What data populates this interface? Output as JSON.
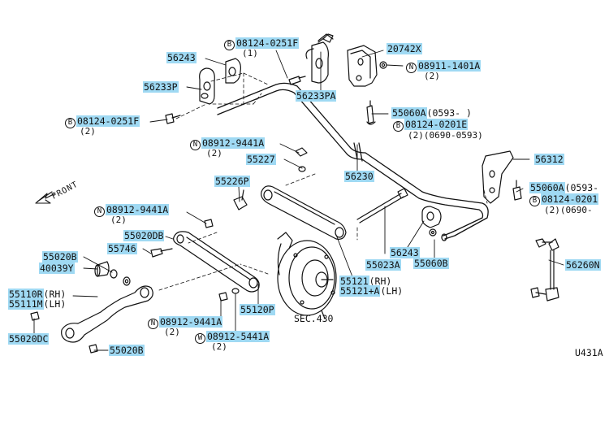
{
  "diagram": {
    "front_label": "FRONT",
    "figure_code": "U431A",
    "sec_label": "SEC.430",
    "parts": [
      {
        "id": "p1",
        "pre": "",
        "num": "56243",
        "suffix": "",
        "qty": ""
      },
      {
        "id": "p2",
        "pre": "B",
        "num": "08124-0251F",
        "suffix": "",
        "qty": "(1)"
      },
      {
        "id": "p3",
        "pre": "",
        "num": "20742X",
        "suffix": "",
        "qty": ""
      },
      {
        "id": "p4",
        "pre": "N",
        "num": "08911-1401A",
        "suffix": "",
        "qty": "(2)"
      },
      {
        "id": "p5",
        "pre": "",
        "num": "56233P",
        "suffix": "",
        "qty": ""
      },
      {
        "id": "p6",
        "pre": "",
        "num": "56233PA",
        "suffix": "",
        "qty": ""
      },
      {
        "id": "p7",
        "pre": "",
        "num": "55060A",
        "suffix": "(0593-    )",
        "qty": ""
      },
      {
        "id": "p8",
        "pre": "B",
        "num": "08124-0201E",
        "suffix": "",
        "qty": "(2)(0690-0593)"
      },
      {
        "id": "p9",
        "pre": "B",
        "num": "08124-0251F",
        "suffix": "",
        "qty": "(2)"
      },
      {
        "id": "p10",
        "pre": "N",
        "num": "08912-9441A",
        "suffix": "",
        "qty": "(2)"
      },
      {
        "id": "p11",
        "pre": "",
        "num": "55227",
        "suffix": "",
        "qty": ""
      },
      {
        "id": "p12",
        "pre": "",
        "num": "56230",
        "suffix": "",
        "qty": ""
      },
      {
        "id": "p13",
        "pre": "",
        "num": "56312",
        "suffix": "",
        "qty": ""
      },
      {
        "id": "p14",
        "pre": "",
        "num": "55226P",
        "suffix": "",
        "qty": ""
      },
      {
        "id": "p15",
        "pre": "",
        "num": "55060A",
        "suffix": "(0593-",
        "qty": ""
      },
      {
        "id": "p16",
        "pre": "B",
        "num": "08124-0201",
        "suffix": "",
        "qty": "(2)(0690-"
      },
      {
        "id": "p17",
        "pre": "N",
        "num": "08912-9441A",
        "suffix": "",
        "qty": "(2)"
      },
      {
        "id": "p18",
        "pre": "",
        "num": "55020DB",
        "suffix": "",
        "qty": ""
      },
      {
        "id": "p19",
        "pre": "",
        "num": "55746",
        "suffix": "",
        "qty": ""
      },
      {
        "id": "p20",
        "pre": "",
        "num": "55020B",
        "suffix": "",
        "qty": ""
      },
      {
        "id": "p21",
        "pre": "",
        "num": "40039Y",
        "suffix": "",
        "qty": ""
      },
      {
        "id": "p22",
        "pre": "",
        "num": "56243",
        "suffix": "",
        "qty": ""
      },
      {
        "id": "p23",
        "pre": "",
        "num": "55023A",
        "suffix": "",
        "qty": ""
      },
      {
        "id": "p24",
        "pre": "",
        "num": "55060B",
        "suffix": "",
        "qty": ""
      },
      {
        "id": "p25",
        "pre": "",
        "num": "56260N",
        "suffix": "",
        "qty": ""
      },
      {
        "id": "p26",
        "pre": "",
        "num": "55121",
        "suffix": "(RH)",
        "qty": ""
      },
      {
        "id": "p27",
        "pre": "",
        "num": "55121+A",
        "suffix": "(LH)",
        "qty": ""
      },
      {
        "id": "p28",
        "pre": "",
        "num": "55110R",
        "suffix": "(RH)",
        "qty": ""
      },
      {
        "id": "p29",
        "pre": "",
        "num": "55111M",
        "suffix": "(LH)",
        "qty": ""
      },
      {
        "id": "p30",
        "pre": "",
        "num": "55120P",
        "suffix": "",
        "qty": ""
      },
      {
        "id": "p31",
        "pre": "",
        "num": "55020DC",
        "suffix": "",
        "qty": ""
      },
      {
        "id": "p32",
        "pre": "",
        "num": "55020B",
        "suffix": "",
        "qty": ""
      },
      {
        "id": "p33",
        "pre": "N",
        "num": "08912-9441A",
        "suffix": "",
        "qty": "(2)"
      },
      {
        "id": "p34",
        "pre": "W",
        "num": "08912-5441A",
        "suffix": "",
        "qty": "(2)"
      }
    ]
  }
}
